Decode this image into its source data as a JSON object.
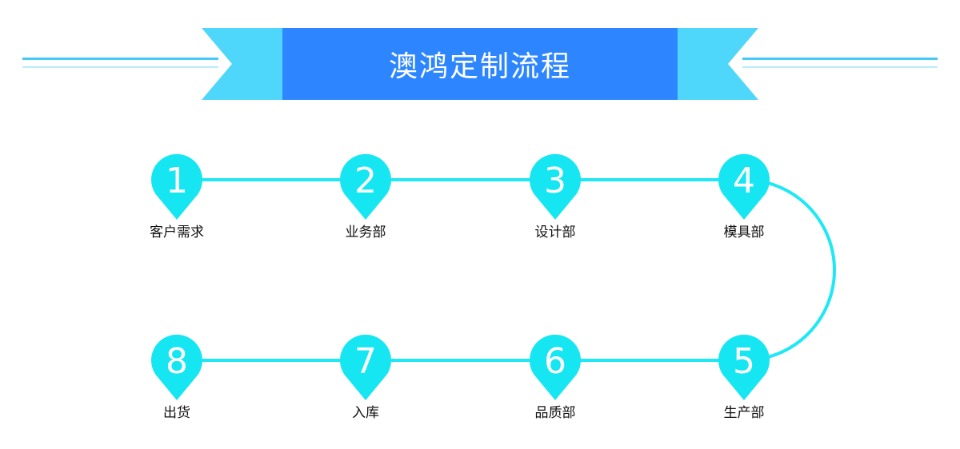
{
  "title": "澳鸿定制流程",
  "colors": {
    "banner_blue": "#2d86ff",
    "banner_wing": "#4fd6fb",
    "line_cyan": "#1ee8f5",
    "pin_cyan": "#16e6f2",
    "label_text": "#111111"
  },
  "steps": [
    {
      "number": "1",
      "label": "客户需求"
    },
    {
      "number": "2",
      "label": "业务部"
    },
    {
      "number": "3",
      "label": "设计部"
    },
    {
      "number": "4",
      "label": "模具部"
    },
    {
      "number": "5",
      "label": "生产部"
    },
    {
      "number": "6",
      "label": "品质部"
    },
    {
      "number": "7",
      "label": "入库"
    },
    {
      "number": "8",
      "label": "出货"
    }
  ]
}
